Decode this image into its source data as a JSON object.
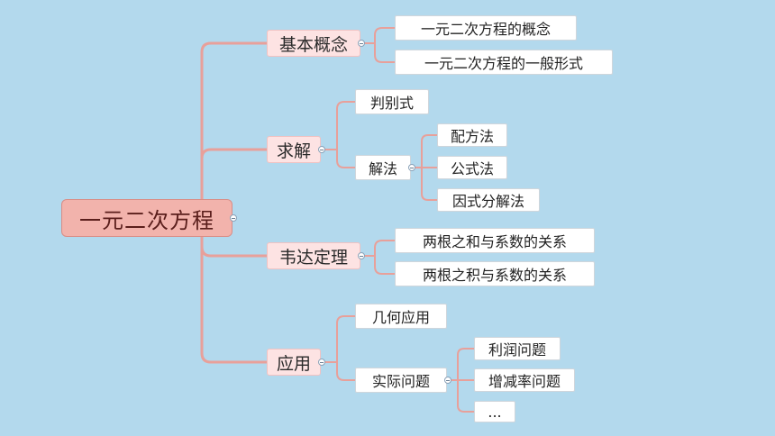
{
  "mindmap": {
    "root": "一元二次方程",
    "branches": [
      {
        "label": "基本概念",
        "children": [
          {
            "label": "一元二次方程的概念"
          },
          {
            "label": "一元二次方程的一般形式"
          }
        ]
      },
      {
        "label": "求解",
        "children": [
          {
            "label": "判别式"
          },
          {
            "label": "解法",
            "children": [
              {
                "label": "配方法"
              },
              {
                "label": "公式法"
              },
              {
                "label": "因式分解法"
              }
            ]
          }
        ]
      },
      {
        "label": "韦达定理",
        "children": [
          {
            "label": "两根之和与系数的关系"
          },
          {
            "label": "两根之积与系数的关系"
          }
        ]
      },
      {
        "label": "应用",
        "children": [
          {
            "label": "几何应用"
          },
          {
            "label": "实际问题",
            "children": [
              {
                "label": "利润问题"
              },
              {
                "label": "增减率问题"
              },
              {
                "label": "..."
              }
            ]
          }
        ]
      }
    ]
  },
  "colors": {
    "background": "#b3d9ed",
    "connector": "#e8a09a",
    "root_fill": "#f2b3ac",
    "branch_fill": "#fde3e3",
    "leaf_fill": "#ffffff"
  }
}
